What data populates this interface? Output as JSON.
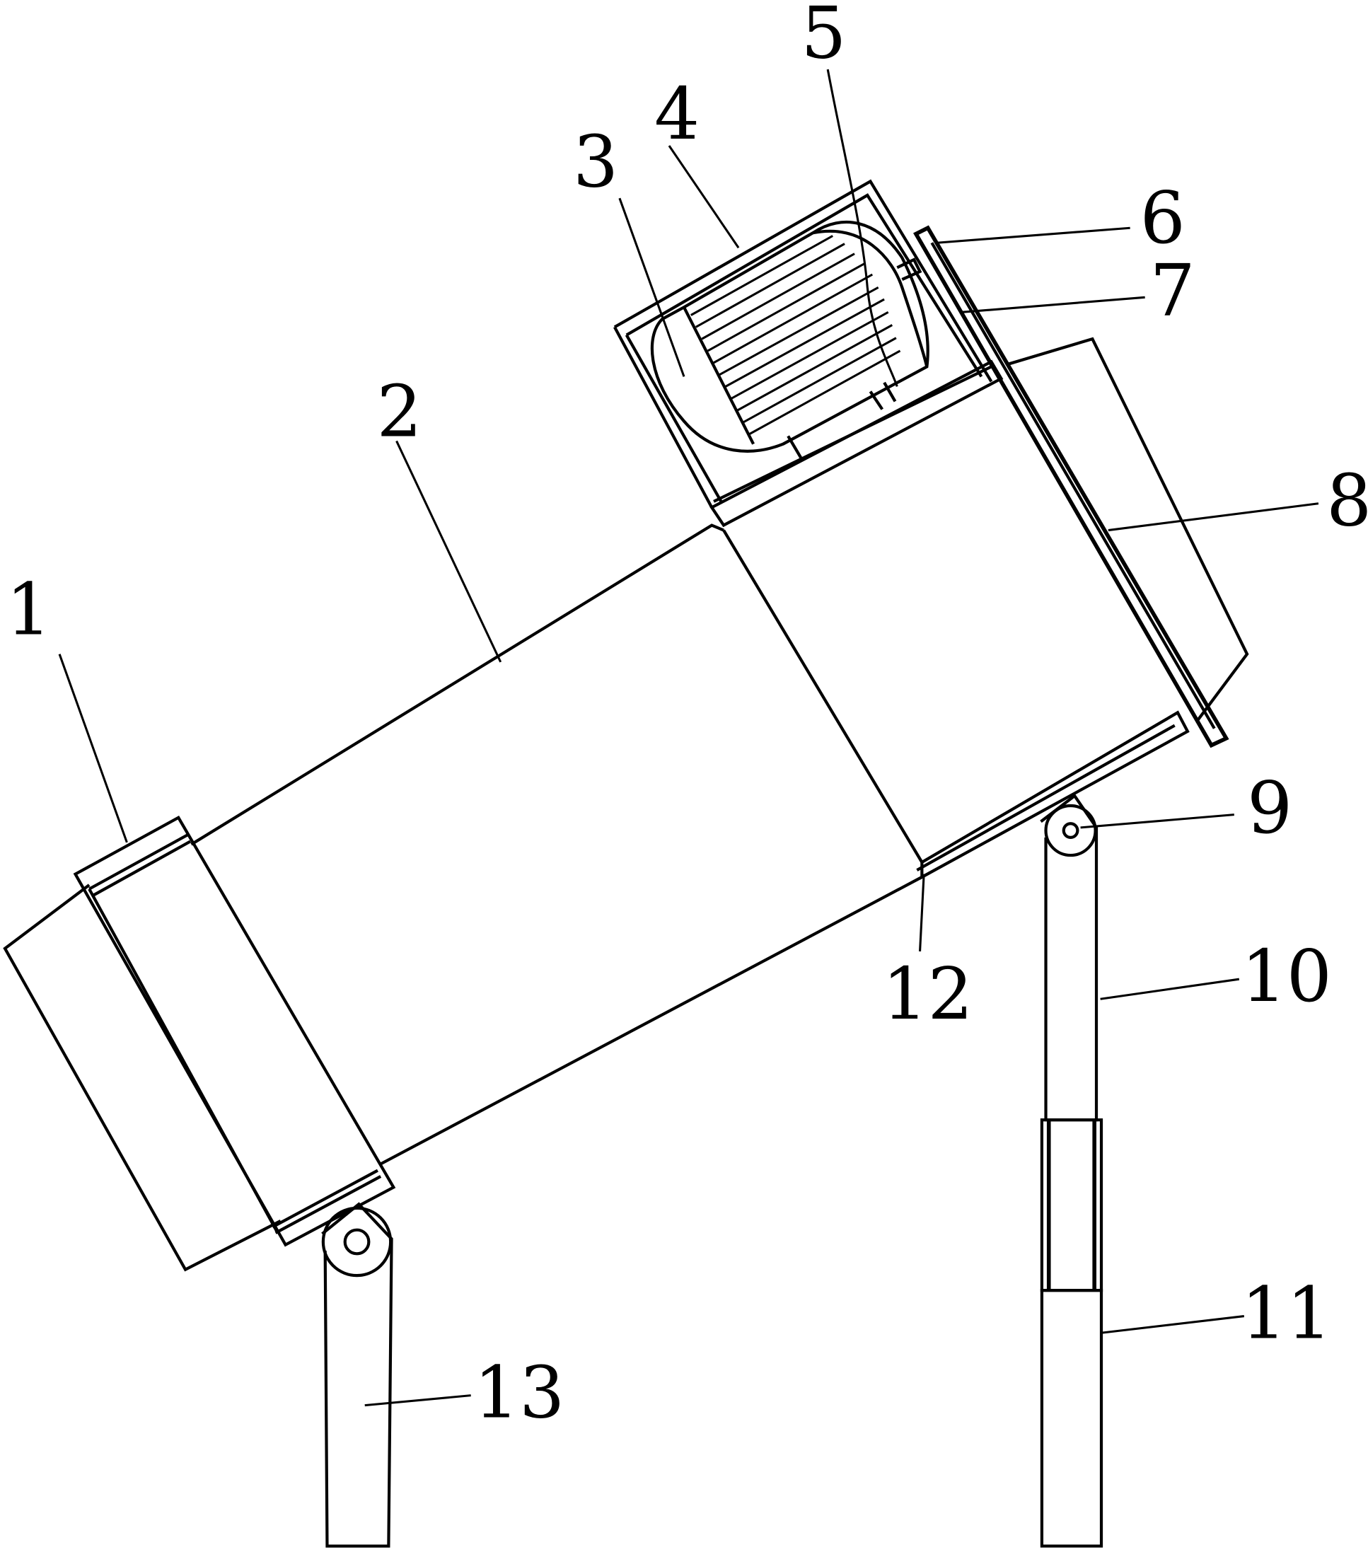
{
  "figure": {
    "line_color": "#000000",
    "background_color": "#ffffff"
  },
  "callouts": [
    {
      "id": "c1",
      "label": "1"
    },
    {
      "id": "c2",
      "label": "2"
    },
    {
      "id": "c3",
      "label": "3"
    },
    {
      "id": "c4",
      "label": "4"
    },
    {
      "id": "c5",
      "label": "5"
    },
    {
      "id": "c6",
      "label": "6"
    },
    {
      "id": "c7",
      "label": "7"
    },
    {
      "id": "c8",
      "label": "8"
    },
    {
      "id": "c9",
      "label": "9"
    },
    {
      "id": "c10",
      "label": "10"
    },
    {
      "id": "c11",
      "label": "11"
    },
    {
      "id": "c12",
      "label": "12"
    },
    {
      "id": "c13",
      "label": "13"
    }
  ]
}
